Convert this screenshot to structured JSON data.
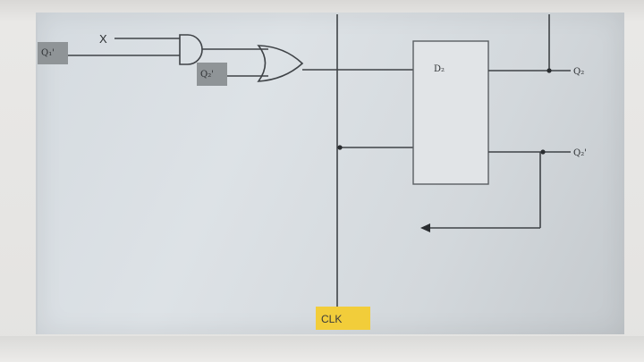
{
  "diagram": {
    "inputs": {
      "q1_bar": "Q₁'",
      "x": "X",
      "q2_bar_in": "Q₂'",
      "clk": "CLK"
    },
    "flipflop": {
      "label": "D₂"
    },
    "outputs": {
      "q2": "Q₂",
      "q2_bar": "Q₂'"
    },
    "colors": {
      "wire": "#3f4347",
      "clk_tag": "#f2cd3a",
      "input_tag": "#8f9497"
    }
  }
}
